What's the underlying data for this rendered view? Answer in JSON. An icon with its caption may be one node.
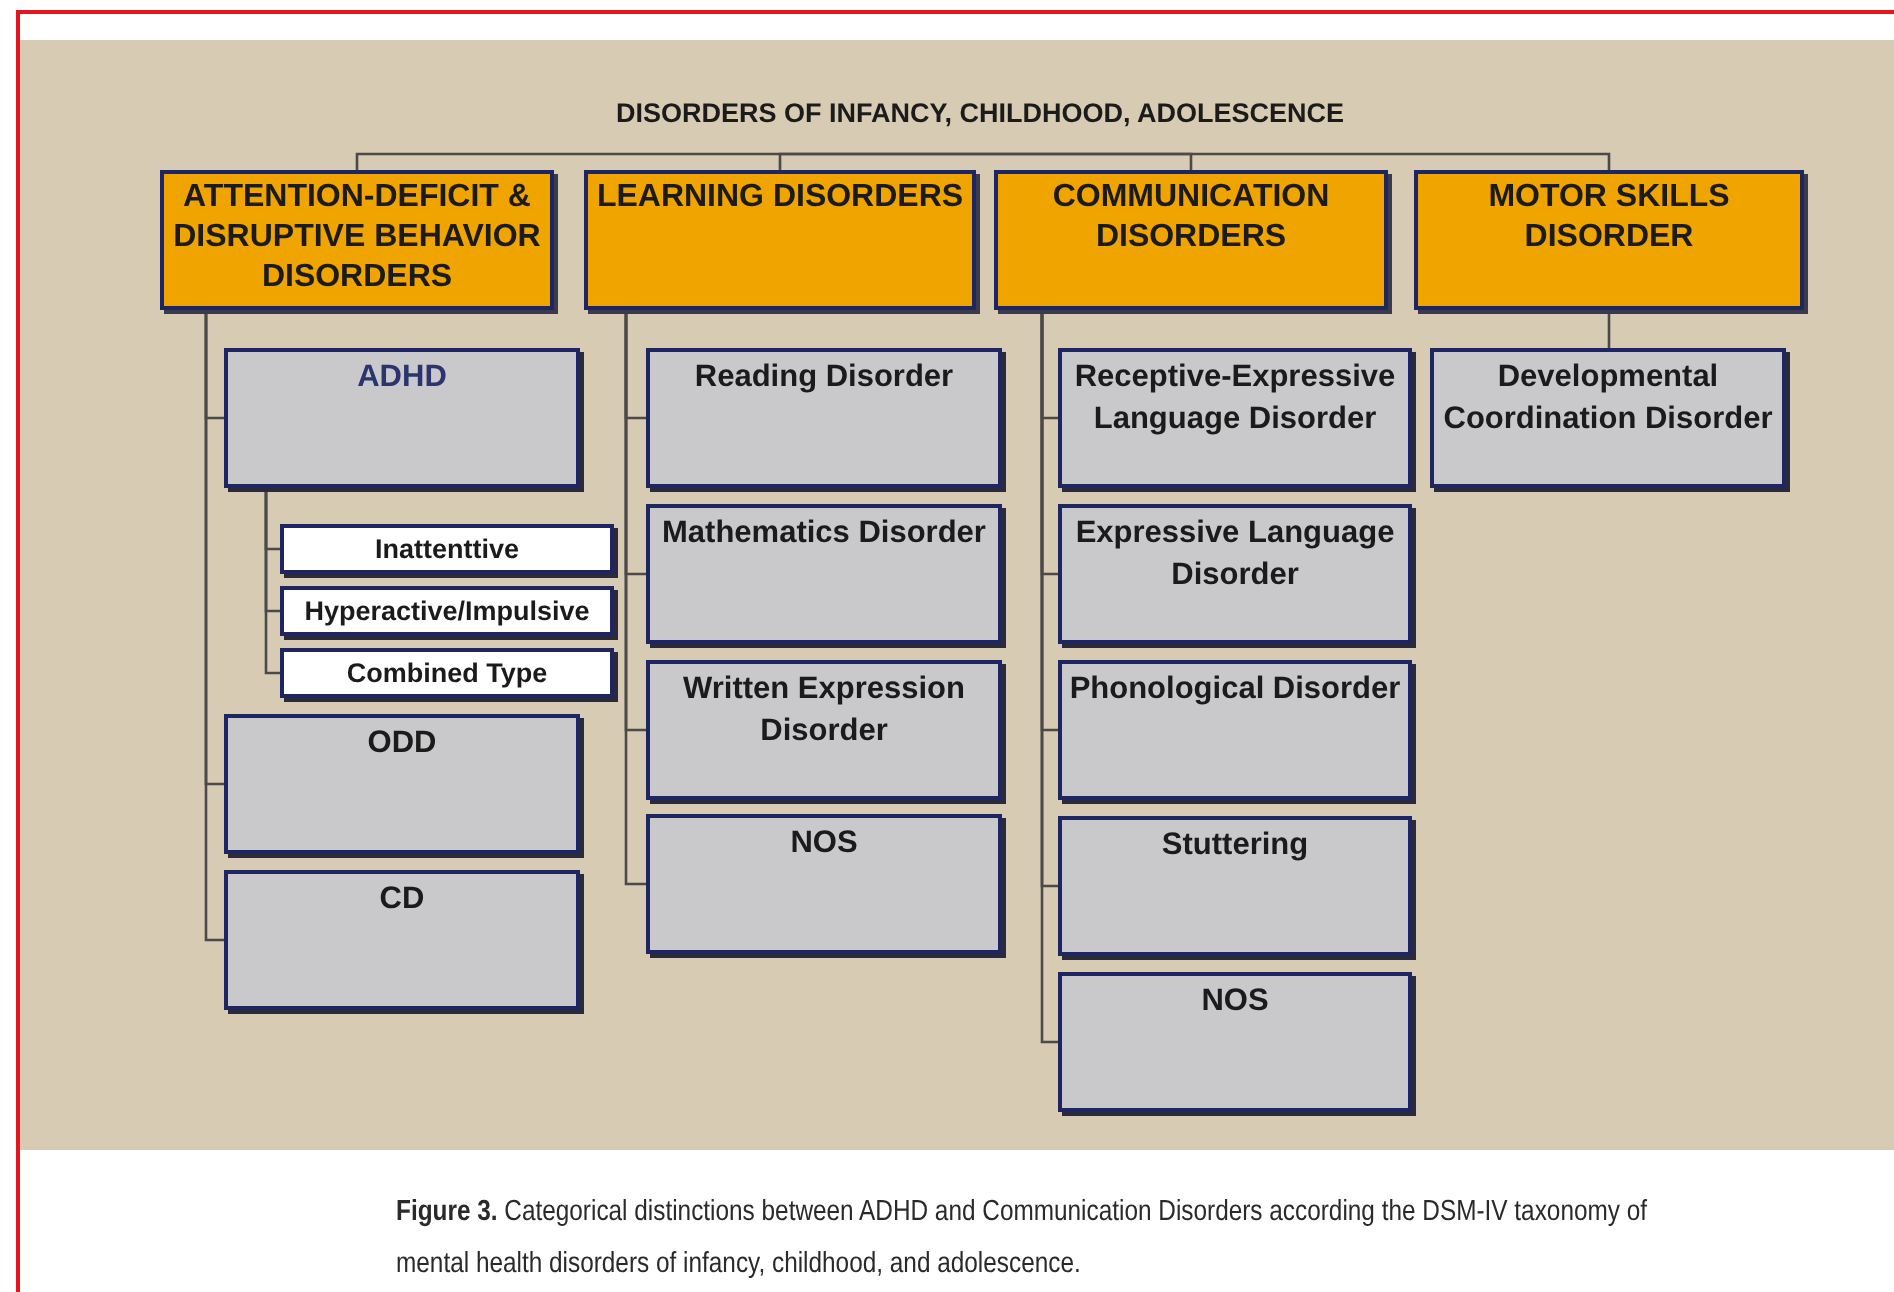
{
  "diagram": {
    "caption": "**Figure 3.** Categorical distinctions between ADHD and Communication Disorders according the DSM-IV taxonomy of mental health disorders of infancy, childhood, and adolescence.",
    "nodes": [
      {
        "text": [
          "DISORDERS OF INFANCY, CHILDHOOD, ADOLESCENCE"
        ]
      },
      {
        "text": [
          "ATTENTION-DEFICIT & DISRUPTIVE BEHAVIOR DISORDERS"
        ]
      },
      {
        "text": [
          "ADHD"
        ]
      },
      {
        "text": [
          "Inattenttive"
        ]
      },
      {
        "text": [
          "Hyperactive/Impulsive"
        ]
      },
      {
        "text": [
          "Combined Type"
        ]
      },
      {
        "text": [
          "ODD"
        ]
      },
      {
        "text": [
          "CD"
        ]
      },
      {
        "text": [
          "LEARNING DISORDERS"
        ]
      },
      {
        "text": [
          "Reading Disorder"
        ]
      },
      {
        "text": [
          "Mathematics Disorder"
        ]
      },
      {
        "text": [
          "Written Expression Disorder"
        ]
      },
      {
        "text": [
          "NOS"
        ]
      },
      {
        "text": [
          "COMMUNICATION DISORDERS"
        ]
      },
      {
        "text": [
          "Receptive-Expressive Language Disorder"
        ]
      },
      {
        "text": [
          "Expressive Language Disorder"
        ]
      },
      {
        "text": [
          "Phonological Disorder"
        ]
      },
      {
        "text": [
          "Stuttering"
        ]
      },
      {
        "text": [
          "NOS"
        ]
      },
      {
        "text": [
          "MOTOR SKILLS DISORDER"
        ]
      },
      {
        "text": [
          "Developmental Coordination Disorder"
        ]
      }
    ],
    "edges": [
      {
        "from": 0,
        "to": 1,
        "arrow": "none"
      },
      {
        "from": 0,
        "to": 8,
        "arrow": "none"
      },
      {
        "from": 0,
        "to": 13,
        "arrow": "none"
      },
      {
        "from": 0,
        "to": 19,
        "arrow": "none"
      },
      {
        "from": 1,
        "to": 2,
        "arrow": "none"
      },
      {
        "from": 2,
        "to": 3,
        "arrow": "none"
      },
      {
        "from": 2,
        "to": 4,
        "arrow": "none"
      },
      {
        "from": 2,
        "to": 5,
        "arrow": "none"
      },
      {
        "from": 1,
        "to": 6,
        "arrow": "none"
      },
      {
        "from": 1,
        "to": 7,
        "arrow": "none"
      },
      {
        "from": 8,
        "to": 9,
        "arrow": "none"
      },
      {
        "from": 8,
        "to": 10,
        "arrow": "none"
      },
      {
        "from": 8,
        "to": 11,
        "arrow": "none"
      },
      {
        "from": 8,
        "to": 12,
        "arrow": "none"
      },
      {
        "from": 13,
        "to": 14,
        "arrow": "none"
      },
      {
        "from": 13,
        "to": 15,
        "arrow": "none"
      },
      {
        "from": 13,
        "to": 16,
        "arrow": "none"
      },
      {
        "from": 13,
        "to": 17,
        "arrow": "none"
      },
      {
        "from": 13,
        "to": 18,
        "arrow": "none"
      },
      {
        "from": 19,
        "to": 20,
        "arrow": "none"
      }
    ]
  }
}
